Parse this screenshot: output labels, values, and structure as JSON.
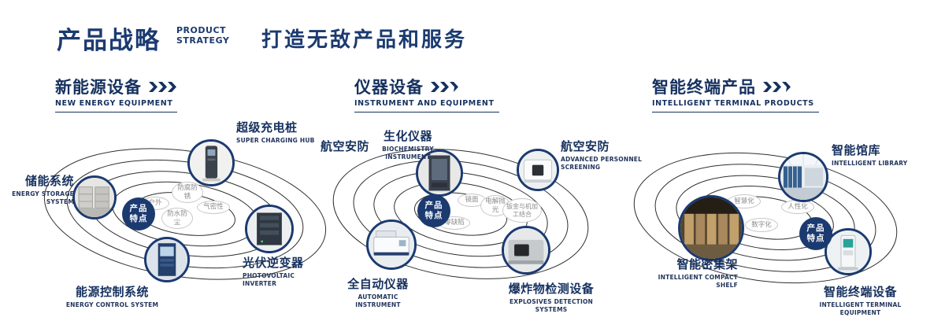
{
  "colors": {
    "navy": "#1b3a70",
    "tag_border": "#c8c8c8",
    "tag_text": "#8c8c8c",
    "orbit_line": "#2f2f2f"
  },
  "header": {
    "title": "产品战略",
    "subtitle_line1": "PRODUCT",
    "subtitle_line2": "STRATEGY",
    "slogan": "打造无敌产品和服务"
  },
  "sections": [
    {
      "title": "新能源设备",
      "title_en": "NEW ENERGY EQUIPMENT",
      "badge_line1": "产品",
      "badge_line2": "特点",
      "tags": [
        "户外",
        "防腐防锈",
        "气密性",
        "防水防尘"
      ],
      "items": [
        {
          "name": "储能系统",
          "name_en": "ENERGY STORAGE SYSTEM"
        },
        {
          "name": "超级充电桩",
          "name_en": "SUPER CHARGING HUB"
        },
        {
          "name": "光伏逆变器",
          "name_en": "PHOTOVOLTAIC INVERTER"
        },
        {
          "name": "能源控制系统",
          "name_en": "ENERGY CONTROL SYSTEM"
        }
      ]
    },
    {
      "title": "仪器设备",
      "title_en": "INSTRUMENT AND EQUIPMENT",
      "badge_line1": "产品",
      "badge_line2": "特点",
      "extra_label": "航空安防",
      "tags": [
        "镜面",
        "电解抛光",
        "钣金与机加工结合",
        "零缺陷"
      ],
      "items": [
        {
          "name": "生化仪器",
          "name_en": "BIOCHEMISTRY INSTRUMENT"
        },
        {
          "name": "航空安防",
          "name_en": "ADVANCED PERSONNEL SCREENING"
        },
        {
          "name": "全自动仪器",
          "name_en": "AUTOMATIC INSTRUMENT"
        },
        {
          "name": "爆炸物检测设备",
          "name_en": "EXPLOSIVES DETECTION SYSTEMS"
        }
      ]
    },
    {
      "title": "智能终端产品",
      "title_en": "INTELLIGENT TERMINAL PRODUCTS",
      "badge_line1": "产品",
      "badge_line2": "特点",
      "tags": [
        "智慧化",
        "人性化",
        "数字化"
      ],
      "items": [
        {
          "name": "智能馆库",
          "name_en": "INTELLIGENT LIBRARY"
        },
        {
          "name": "智能密集架",
          "name_en": "INTELLIGENT COMPACT SHELF"
        },
        {
          "name": "智能终端设备",
          "name_en": "INTELLIGENT TERMINAL EQUIPMENT"
        }
      ]
    }
  ]
}
